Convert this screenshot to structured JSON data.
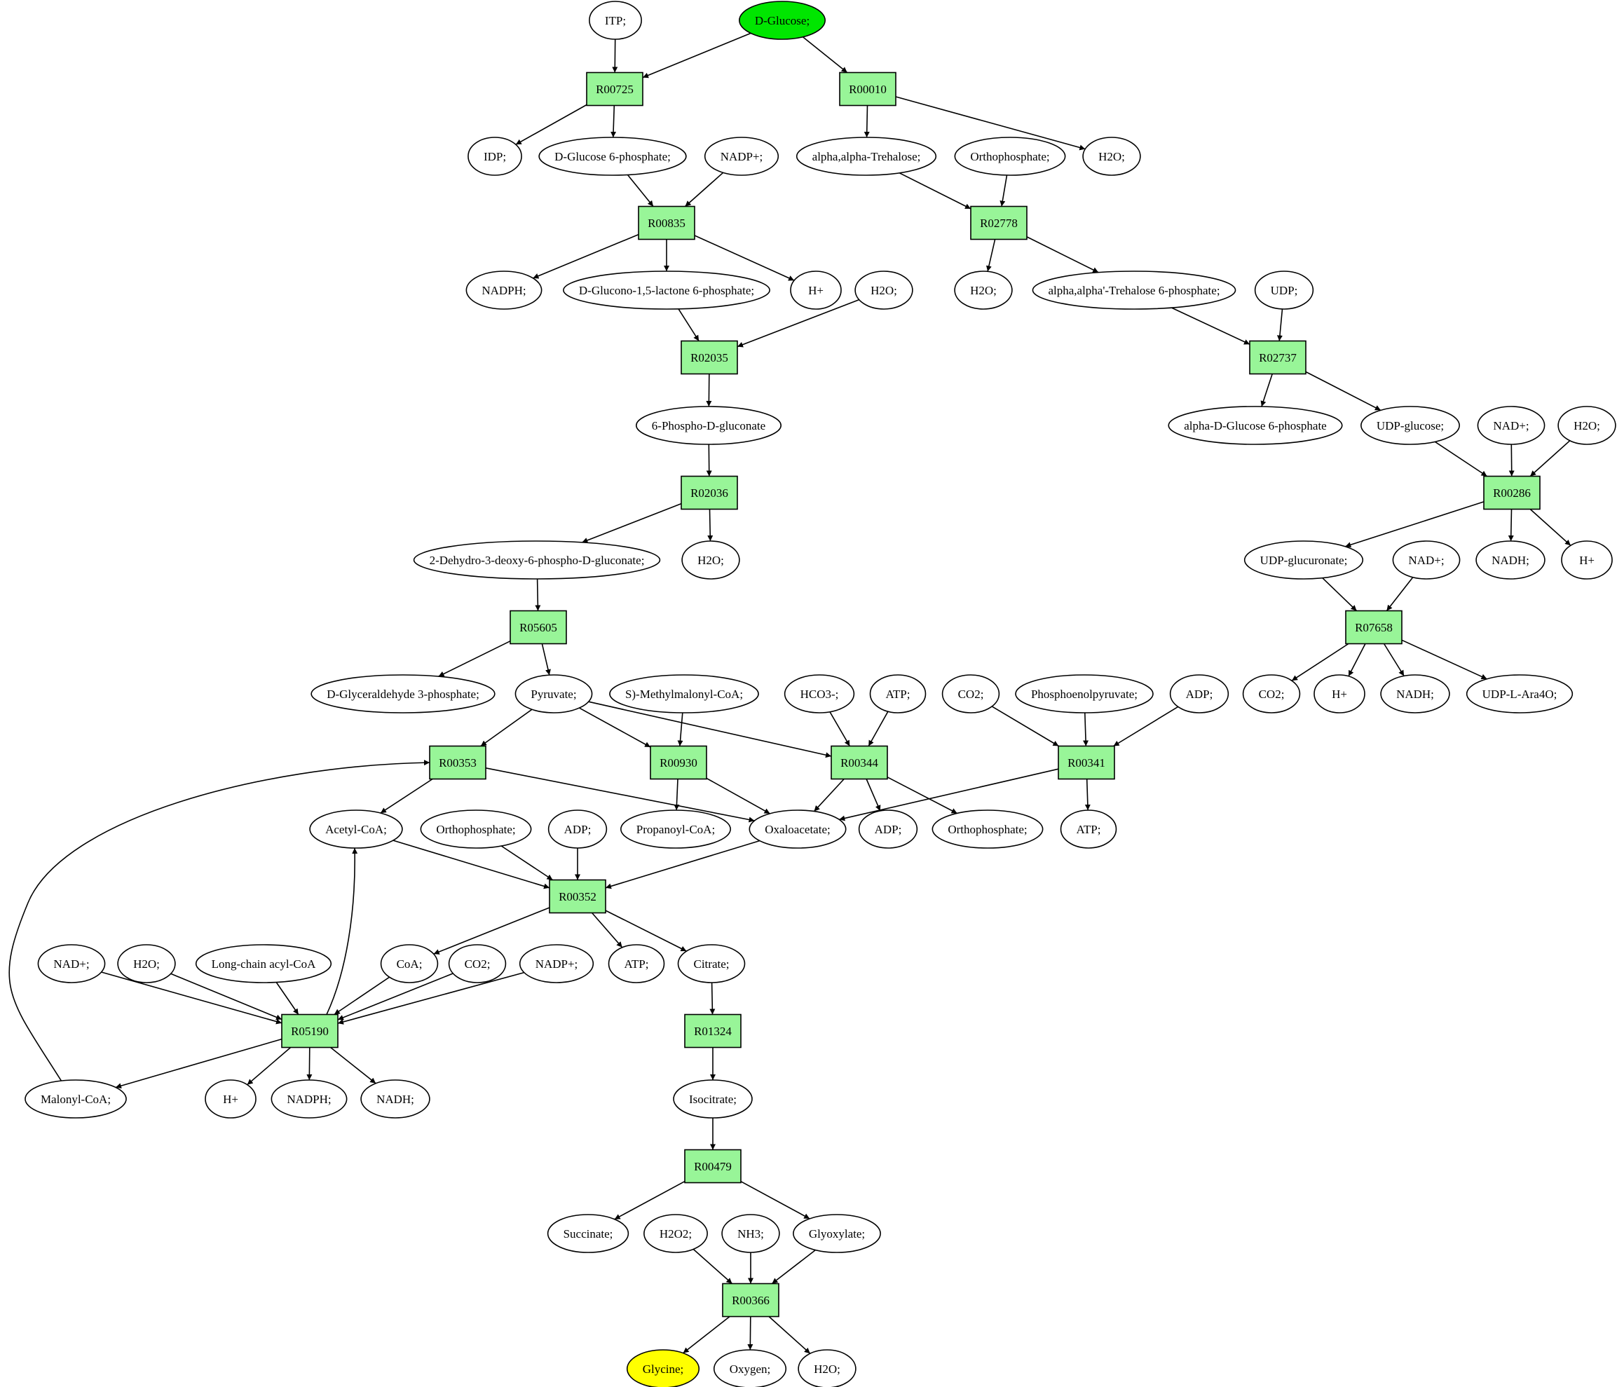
{
  "colors": {
    "reaction_fill": "#98f598",
    "molecule_fill": "#ffffff",
    "start_fill": "#00e600",
    "end_fill": "#ffff00",
    "stroke": "#000000"
  },
  "reactions": [
    {
      "id": "R00725",
      "label": "R00725"
    },
    {
      "id": "R00010",
      "label": "R00010"
    },
    {
      "id": "R00835",
      "label": "R00835"
    },
    {
      "id": "R02778",
      "label": "R02778"
    },
    {
      "id": "R02035",
      "label": "R02035"
    },
    {
      "id": "R02737",
      "label": "R02737"
    },
    {
      "id": "R02036",
      "label": "R02036"
    },
    {
      "id": "R00286",
      "label": "R00286"
    },
    {
      "id": "R05605",
      "label": "R05605"
    },
    {
      "id": "R07658",
      "label": "R07658"
    },
    {
      "id": "R00353",
      "label": "R00353"
    },
    {
      "id": "R00930",
      "label": "R00930"
    },
    {
      "id": "R00344",
      "label": "R00344"
    },
    {
      "id": "R00341",
      "label": "R00341"
    },
    {
      "id": "R00352",
      "label": "R00352"
    },
    {
      "id": "R05190",
      "label": "R05190"
    },
    {
      "id": "R01324",
      "label": "R01324"
    },
    {
      "id": "R00479",
      "label": "R00479"
    },
    {
      "id": "R00366",
      "label": "R00366"
    }
  ],
  "molecules": [
    {
      "id": "itp",
      "label": "ITP;"
    },
    {
      "id": "dglucose",
      "label": "D-Glucose;",
      "role": "start"
    },
    {
      "id": "idp",
      "label": "IDP;"
    },
    {
      "id": "g6p",
      "label": "D-Glucose 6-phosphate;"
    },
    {
      "id": "nadp1",
      "label": "NADP+;"
    },
    {
      "id": "trehalose",
      "label": "alpha,alpha-Trehalose;"
    },
    {
      "id": "ortho1",
      "label": "Orthophosphate;"
    },
    {
      "id": "h2o1",
      "label": "H2O;"
    },
    {
      "id": "nadph1",
      "label": "NADPH;"
    },
    {
      "id": "glucono",
      "label": "D-Glucono-1,5-lactone 6-phosphate;"
    },
    {
      "id": "hplus1",
      "label": "H+"
    },
    {
      "id": "h2o2",
      "label": "H2O;"
    },
    {
      "id": "h2o3",
      "label": "H2O;"
    },
    {
      "id": "t6p",
      "label": "alpha,alpha'-Trehalose 6-phosphate;"
    },
    {
      "id": "udp",
      "label": "UDP;"
    },
    {
      "id": "pgluconate",
      "label": "6-Phospho-D-gluconate"
    },
    {
      "id": "ag6p",
      "label": "alpha-D-Glucose 6-phosphate"
    },
    {
      "id": "udpglc",
      "label": "UDP-glucose;"
    },
    {
      "id": "nad1",
      "label": "NAD+;"
    },
    {
      "id": "h2o4",
      "label": "H2O;"
    },
    {
      "id": "kdpg",
      "label": "2-Dehydro-3-deoxy-6-phospho-D-gluconate;"
    },
    {
      "id": "h2o5",
      "label": "H2O;"
    },
    {
      "id": "udpgluc",
      "label": "UDP-glucuronate;"
    },
    {
      "id": "nad2",
      "label": "NAD+;"
    },
    {
      "id": "nadh1",
      "label": "NADH;"
    },
    {
      "id": "hplus2",
      "label": "H+"
    },
    {
      "id": "gap",
      "label": "D-Glyceraldehyde 3-phosphate;"
    },
    {
      "id": "pyruvate",
      "label": "Pyruvate;"
    },
    {
      "id": "smmcoa",
      "label": "S)-Methylmalonyl-CoA;"
    },
    {
      "id": "hco3",
      "label": "HCO3-;"
    },
    {
      "id": "atp1",
      "label": "ATP;"
    },
    {
      "id": "co2a",
      "label": "CO2;"
    },
    {
      "id": "pep",
      "label": "Phosphoenolpyruvate;"
    },
    {
      "id": "adp1",
      "label": "ADP;"
    },
    {
      "id": "co2b",
      "label": "CO2;"
    },
    {
      "id": "hplus3",
      "label": "H+"
    },
    {
      "id": "nadh2",
      "label": "NADH;"
    },
    {
      "id": "udpara",
      "label": "UDP-L-Ara4O;"
    },
    {
      "id": "acetylcoa",
      "label": "Acetyl-CoA;"
    },
    {
      "id": "ortho2",
      "label": "Orthophosphate;"
    },
    {
      "id": "adp2",
      "label": "ADP;"
    },
    {
      "id": "propcoa",
      "label": "Propanoyl-CoA;"
    },
    {
      "id": "oaa",
      "label": "Oxaloacetate;"
    },
    {
      "id": "adp3",
      "label": "ADP;"
    },
    {
      "id": "ortho3",
      "label": "Orthophosphate;"
    },
    {
      "id": "atp2",
      "label": "ATP;"
    },
    {
      "id": "nad3",
      "label": "NAD+;"
    },
    {
      "id": "h2o6",
      "label": "H2O;"
    },
    {
      "id": "lcacoa",
      "label": "Long-chain acyl-CoA"
    },
    {
      "id": "coa",
      "label": "CoA;"
    },
    {
      "id": "co2c",
      "label": "CO2;"
    },
    {
      "id": "nadp2",
      "label": "NADP+;"
    },
    {
      "id": "atp3",
      "label": "ATP;"
    },
    {
      "id": "citrate",
      "label": "Citrate;"
    },
    {
      "id": "malonyl",
      "label": "Malonyl-CoA;"
    },
    {
      "id": "hplus4",
      "label": "H+"
    },
    {
      "id": "nadph2",
      "label": "NADPH;"
    },
    {
      "id": "nadh3",
      "label": "NADH;"
    },
    {
      "id": "isocitrate",
      "label": "Isocitrate;"
    },
    {
      "id": "succinate",
      "label": "Succinate;"
    },
    {
      "id": "h2o2b",
      "label": "H2O2;"
    },
    {
      "id": "nh3",
      "label": "NH3;"
    },
    {
      "id": "glyoxylate",
      "label": "Glyoxylate;"
    },
    {
      "id": "glycine",
      "label": "Glycine;",
      "role": "end"
    },
    {
      "id": "oxygen",
      "label": "Oxygen;"
    },
    {
      "id": "h2o7",
      "label": "H2O;"
    }
  ],
  "edges": [
    [
      "itp",
      "R00725"
    ],
    [
      "dglucose",
      "R00725"
    ],
    [
      "R00725",
      "idp"
    ],
    [
      "R00725",
      "g6p"
    ],
    [
      "dglucose",
      "R00010"
    ],
    [
      "R00010",
      "trehalose"
    ],
    [
      "R00010",
      "h2o1"
    ],
    [
      "g6p",
      "R00835"
    ],
    [
      "nadp1",
      "R00835"
    ],
    [
      "R00835",
      "nadph1"
    ],
    [
      "R00835",
      "glucono"
    ],
    [
      "R00835",
      "hplus1"
    ],
    [
      "trehalose",
      "R02778"
    ],
    [
      "ortho1",
      "R02778"
    ],
    [
      "R02778",
      "h2o3"
    ],
    [
      "R02778",
      "t6p"
    ],
    [
      "glucono",
      "R02035"
    ],
    [
      "h2o2",
      "R02035"
    ],
    [
      "R02035",
      "pgluconate"
    ],
    [
      "t6p",
      "R02737"
    ],
    [
      "udp",
      "R02737"
    ],
    [
      "R02737",
      "ag6p"
    ],
    [
      "R02737",
      "udpglc"
    ],
    [
      "pgluconate",
      "R02036"
    ],
    [
      "R02036",
      "kdpg"
    ],
    [
      "R02036",
      "h2o5"
    ],
    [
      "udpglc",
      "R00286"
    ],
    [
      "nad1",
      "R00286"
    ],
    [
      "h2o4",
      "R00286"
    ],
    [
      "R00286",
      "udpgluc"
    ],
    [
      "R00286",
      "nadh1"
    ],
    [
      "R00286",
      "hplus2"
    ],
    [
      "kdpg",
      "R05605"
    ],
    [
      "R05605",
      "gap"
    ],
    [
      "R05605",
      "pyruvate"
    ],
    [
      "udpgluc",
      "R07658"
    ],
    [
      "nad2",
      "R07658"
    ],
    [
      "R07658",
      "co2b"
    ],
    [
      "R07658",
      "hplus3"
    ],
    [
      "R07658",
      "nadh2"
    ],
    [
      "R07658",
      "udpara"
    ],
    [
      "pyruvate",
      "R00353"
    ],
    [
      "malonyl",
      "R00353"
    ],
    [
      "R00353",
      "acetylcoa"
    ],
    [
      "R00353",
      "oaa"
    ],
    [
      "pyruvate",
      "R00930"
    ],
    [
      "smmcoa",
      "R00930"
    ],
    [
      "R00930",
      "propcoa"
    ],
    [
      "R00930",
      "oaa"
    ],
    [
      "pyruvate",
      "R00344"
    ],
    [
      "hco3",
      "R00344"
    ],
    [
      "atp1",
      "R00344"
    ],
    [
      "R00344",
      "oaa"
    ],
    [
      "R00344",
      "adp3"
    ],
    [
      "R00344",
      "ortho3"
    ],
    [
      "co2a",
      "R00341"
    ],
    [
      "pep",
      "R00341"
    ],
    [
      "adp1",
      "R00341"
    ],
    [
      "R00341",
      "oaa"
    ],
    [
      "R00341",
      "atp2"
    ],
    [
      "acetylcoa",
      "R00352"
    ],
    [
      "ortho2",
      "R00352"
    ],
    [
      "adp2",
      "R00352"
    ],
    [
      "oaa",
      "R00352"
    ],
    [
      "R00352",
      "coa"
    ],
    [
      "R00352",
      "atp3"
    ],
    [
      "R00352",
      "citrate"
    ],
    [
      "nad3",
      "R05190"
    ],
    [
      "h2o6",
      "R05190"
    ],
    [
      "lcacoa",
      "R05190"
    ],
    [
      "coa",
      "R05190"
    ],
    [
      "co2c",
      "R05190"
    ],
    [
      "nadp2",
      "R05190"
    ],
    [
      "R05190",
      "acetylcoa"
    ],
    [
      "R05190",
      "malonyl"
    ],
    [
      "R05190",
      "hplus4"
    ],
    [
      "R05190",
      "nadph2"
    ],
    [
      "R05190",
      "nadh3"
    ],
    [
      "citrate",
      "R01324"
    ],
    [
      "R01324",
      "isocitrate"
    ],
    [
      "isocitrate",
      "R00479"
    ],
    [
      "R00479",
      "succinate"
    ],
    [
      "R00479",
      "glyoxylate"
    ],
    [
      "h2o2b",
      "R00366"
    ],
    [
      "nh3",
      "R00366"
    ],
    [
      "glyoxylate",
      "R00366"
    ],
    [
      "R00366",
      "glycine"
    ],
    [
      "R00366",
      "oxygen"
    ],
    [
      "R00366",
      "h2o7"
    ]
  ]
}
